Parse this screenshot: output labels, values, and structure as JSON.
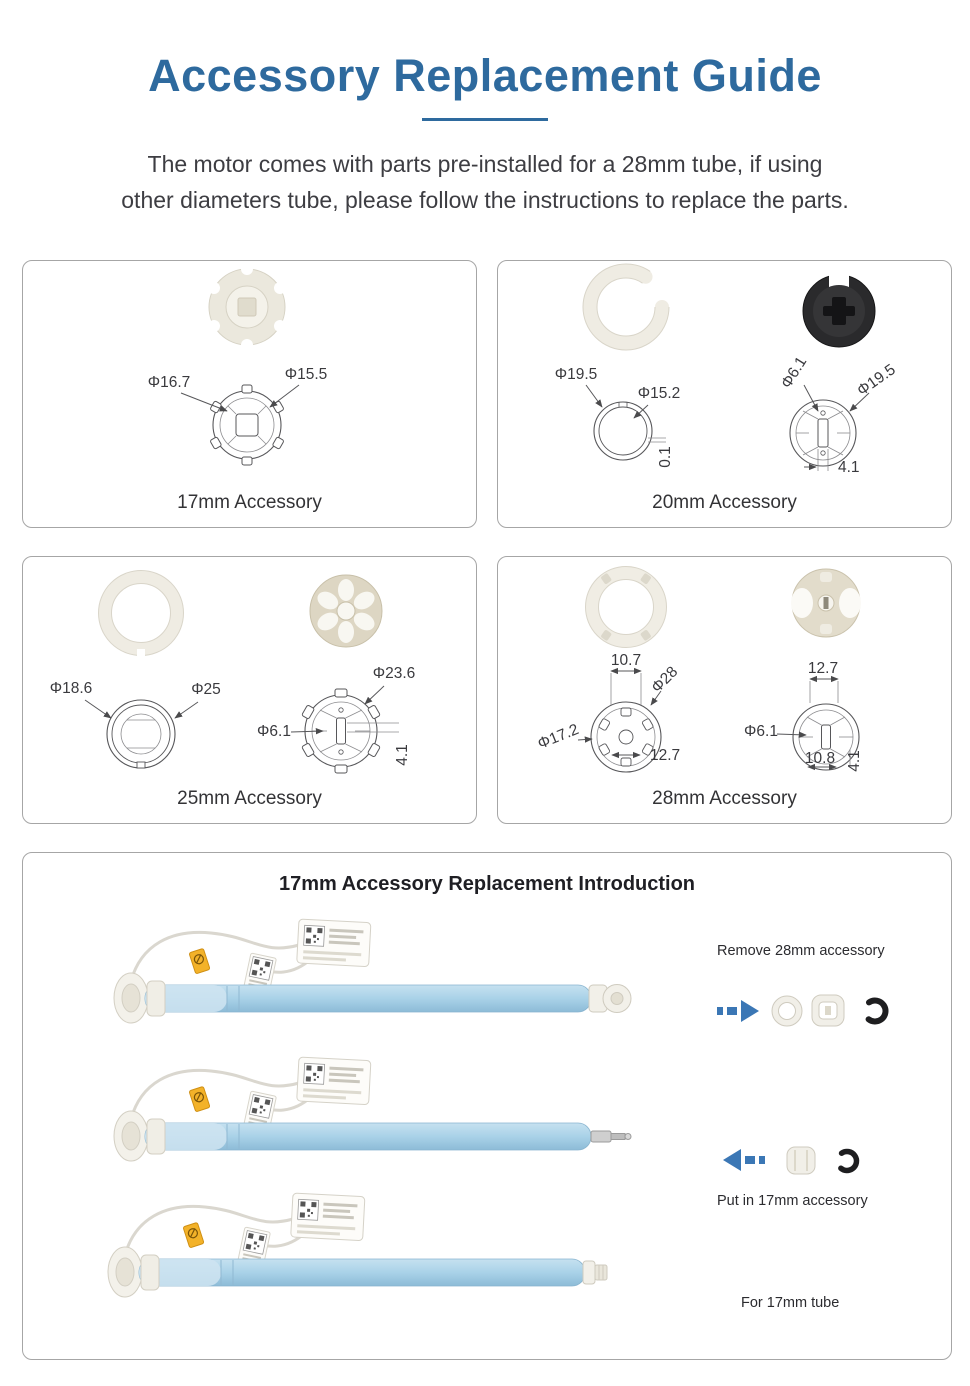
{
  "page": {
    "title": "Accessory Replacement Guide",
    "subtitle_line1": "The motor comes with parts pre-installed for a 28mm tube, if using",
    "subtitle_line2": "other diameters tube, please follow the instructions to replace the parts."
  },
  "panels": {
    "p17": {
      "label": "17mm Accessory",
      "dims": [
        "Φ16.7",
        "Φ15.5"
      ]
    },
    "p20": {
      "label": "20mm Accessory",
      "dims": [
        "Φ19.5",
        "Φ15.2",
        "0.1",
        "Φ6.1",
        "Φ19.5",
        "4.1"
      ]
    },
    "p25": {
      "label": "25mm Accessory",
      "dims": [
        "Φ18.6",
        "Φ25",
        "Φ23.6",
        "Φ6.1",
        "4.1"
      ]
    },
    "p28": {
      "label": "28mm Accessory",
      "dims": [
        "10.7",
        "Φ28",
        "Φ17.2",
        "12.7",
        "12.7",
        "Φ6.1",
        "10.8",
        "4.1"
      ]
    }
  },
  "intro": {
    "title": "17mm Accessory Replacement Introduction",
    "steps": [
      "Remove 28mm accessory",
      "Put in 17mm accessory",
      "For 17mm tube"
    ]
  },
  "colors": {
    "accent": "#2e6a9e",
    "tube": "#a9d2e8",
    "arrow": "#3b77b5"
  }
}
